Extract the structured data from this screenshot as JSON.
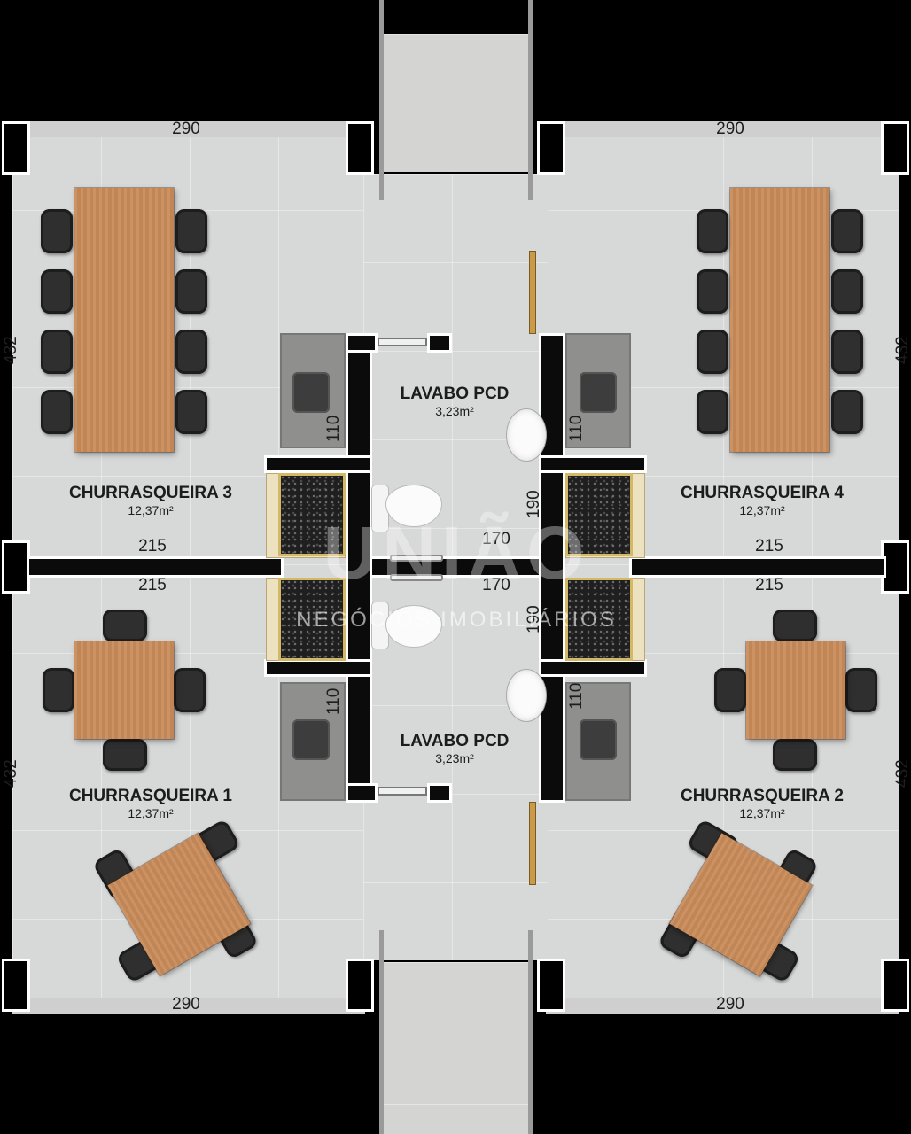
{
  "rooms": {
    "churrasqueira_1": {
      "name": "CHURRASQUEIRA 1",
      "area": "12,37m²"
    },
    "churrasqueira_2": {
      "name": "CHURRASQUEIRA 2",
      "area": "12,37m²"
    },
    "churrasqueira_3": {
      "name": "CHURRASQUEIRA 3",
      "area": "12,37m²"
    },
    "churrasqueira_4": {
      "name": "CHURRASQUEIRA 4",
      "area": "12,37m²"
    },
    "lavabo_top": {
      "name": "LAVABO PCD",
      "area": "3,23m²"
    },
    "lavabo_bottom": {
      "name": "LAVABO PCD",
      "area": "3,23m²"
    }
  },
  "dimensions": {
    "width_outer": "290",
    "height_outer": "432",
    "width_inner": "215",
    "lavabo_width": "170",
    "grill_depth": "190",
    "counter_depth": "110"
  },
  "watermark": {
    "brand": "UNIÃO",
    "tagline": "NEGÓCIOS IMOBILIÁRIOS"
  },
  "colors": {
    "floor": "#d7d8d8",
    "wall": "#0b0b0b",
    "wood": "#c98b5a",
    "chair": "#2f2f30",
    "grill_frame": "#d3b866"
  }
}
